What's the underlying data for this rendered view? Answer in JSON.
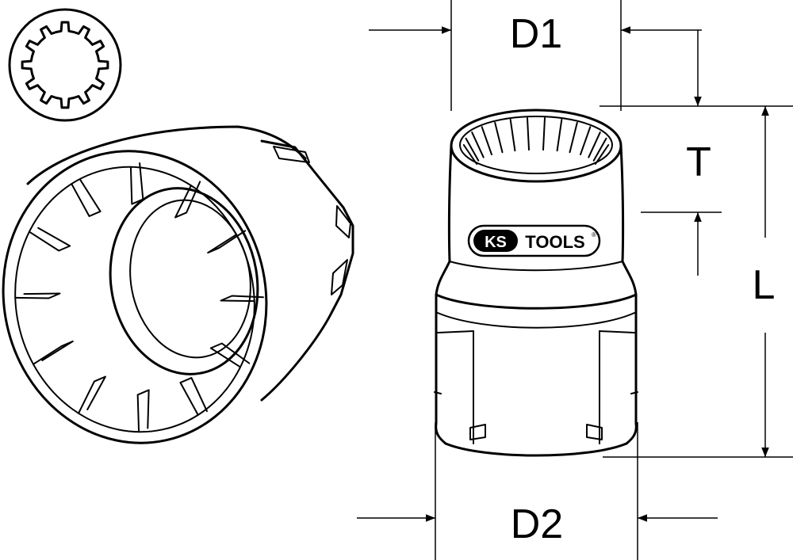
{
  "dimensions": {
    "d1": "D1",
    "d2": "D2",
    "t": "T",
    "l": "L"
  },
  "logo": {
    "brand": "KS",
    "suffix": "TOOLS",
    "registered": "®"
  },
  "icons": {
    "spline_profile": "spline-profile-icon",
    "socket_iso": "socket-isometric-icon",
    "socket_side": "socket-side-view-icon"
  },
  "colors": {
    "line": "#000000",
    "background": "#ffffff"
  }
}
